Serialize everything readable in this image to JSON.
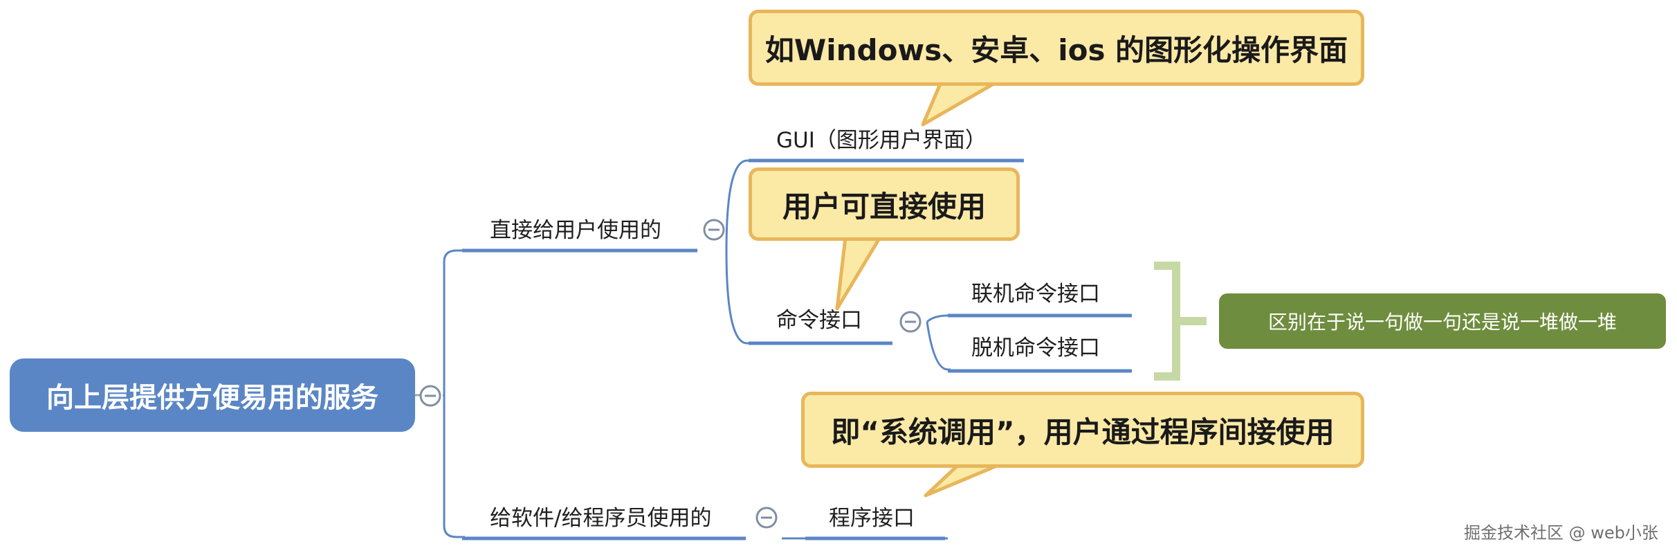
{
  "root": {
    "label": "向上层提供方便易用的服务"
  },
  "branches": {
    "direct_user": {
      "label": "直接给用户使用的"
    },
    "programmer": {
      "label": "给软件/给程序员使用的"
    }
  },
  "nodes": {
    "gui": {
      "label": "GUI（图形用户界面）"
    },
    "command": {
      "label": "命令接口"
    },
    "online_command": {
      "label": "联机命令接口"
    },
    "offline_command": {
      "label": "脱机命令接口"
    },
    "program": {
      "label": "程序接口"
    }
  },
  "callouts": {
    "gui_note": "如Windows、安卓、ios 的图形化操作界面",
    "command_note": "用户可直接使用",
    "syscall_note": "即“系统调用”，用户通过程序间接使用"
  },
  "summary": {
    "label": "区别在于说一句做一句还是说一堆做一堆"
  },
  "watermark": "掘金技术社区 @ web小张",
  "colors": {
    "root_fill": "#5b86c5",
    "branch_line": "#5b86c5",
    "callout_fill": "#fbe9a6",
    "callout_border": "#e8b65a",
    "bracket": "#c6d9a4",
    "summary_fill": "#6f8d3e"
  }
}
